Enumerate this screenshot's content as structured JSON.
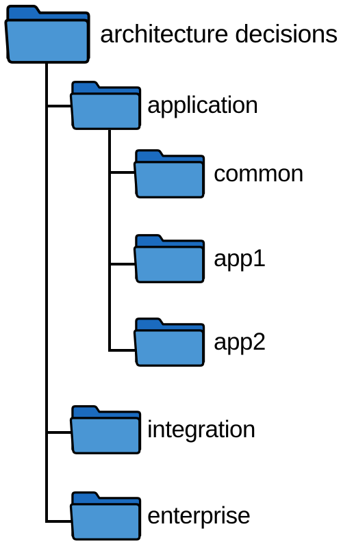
{
  "tree": {
    "root": {
      "label": "architecture decisions",
      "icon": "folder-icon"
    },
    "children": [
      {
        "label": "application",
        "icon": "folder-icon",
        "children": [
          {
            "label": "common",
            "icon": "folder-icon"
          },
          {
            "label": "app1",
            "icon": "folder-icon"
          },
          {
            "label": "app2",
            "icon": "folder-icon"
          }
        ]
      },
      {
        "label": "integration",
        "icon": "folder-icon"
      },
      {
        "label": "enterprise",
        "icon": "folder-icon"
      }
    ]
  },
  "colors": {
    "folder_back": "#1b6bbf",
    "folder_front": "#4a96d4",
    "folder_outline": "#000000",
    "connector": "#000000",
    "text": "#000000"
  }
}
